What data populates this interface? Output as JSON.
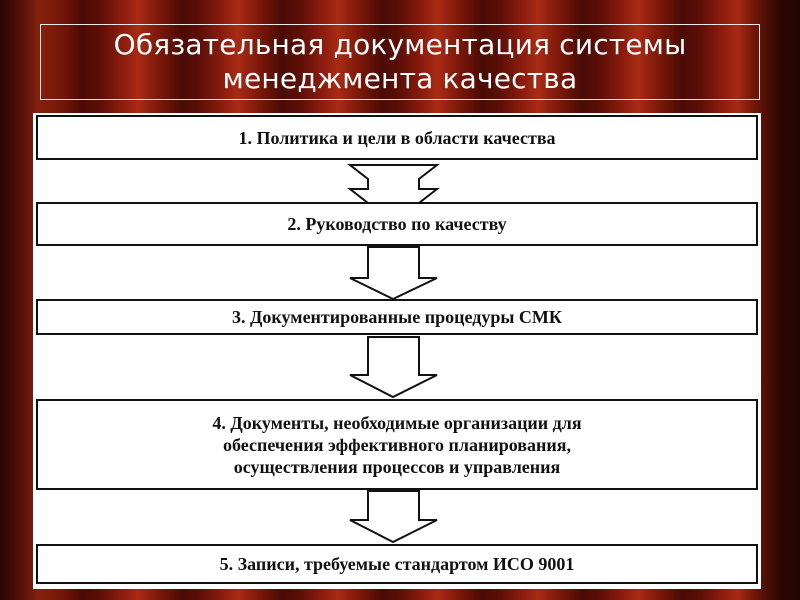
{
  "title": "Обязательная документация системы\nменеджмента качества",
  "diagram": {
    "boxes": [
      {
        "label": "1. Политика и цели в области качества"
      },
      {
        "label": "2. Руководство по качеству"
      },
      {
        "label": "3. Документированные процедуры СМК"
      },
      {
        "label": "4. Документы, необходимые организации для\nобеспечения эффективного планирования,\nосуществления процессов и управления"
      },
      {
        "label": "5. Записи, требуемые стандартом ИСО 9001"
      }
    ],
    "connectors": [
      {
        "from": 1,
        "to": 2,
        "type": "double-arrow"
      },
      {
        "from": 2,
        "to": 3,
        "type": "down-arrow"
      },
      {
        "from": 3,
        "to": 4,
        "type": "down-arrow"
      },
      {
        "from": 4,
        "to": 5,
        "type": "down-arrow"
      }
    ]
  }
}
